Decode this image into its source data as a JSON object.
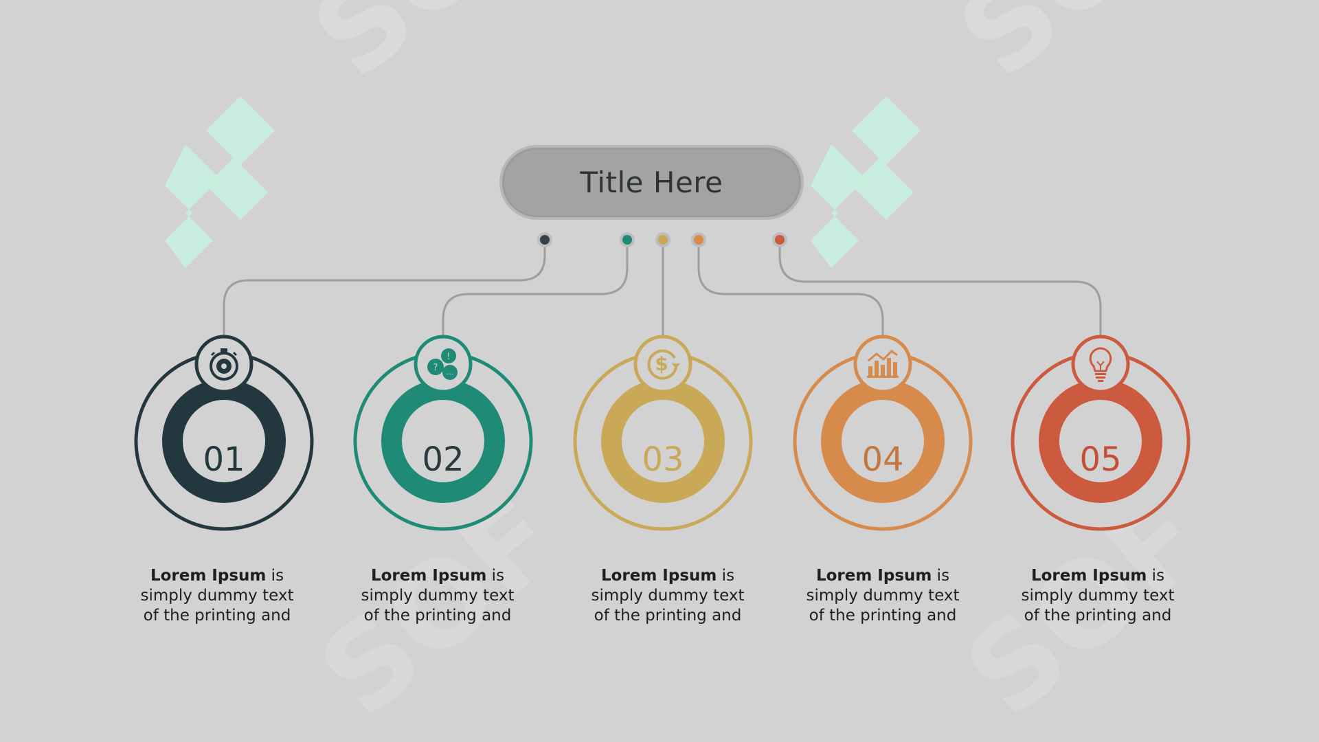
{
  "title": "Title Here",
  "watermark_text": "SOF",
  "steps": [
    {
      "number": "01",
      "icon": "stopwatch-gear-icon",
      "color": "#22383e",
      "caption_bold": "Lorem Ipsum",
      "caption_rest": " is simply dummy text of the printing and"
    },
    {
      "number": "02",
      "icon": "chat-bubbles-icon",
      "color": "#1f8a76",
      "caption_bold": "Lorem Ipsum",
      "caption_rest": " is simply dummy text of the printing and"
    },
    {
      "number": "03",
      "icon": "dollar-cycle-icon",
      "color": "#c9a958",
      "caption_bold": "Lorem Ipsum",
      "caption_rest": " is simply dummy text of the printing and"
    },
    {
      "number": "04",
      "icon": "bar-chart-icon",
      "color": "#d68a4c",
      "caption_bold": "Lorem Ipsum",
      "caption_rest": " is simply dummy text of the printing and"
    },
    {
      "number": "05",
      "icon": "lightbulb-icon",
      "color": "#cc5a3f",
      "caption_bold": "Lorem Ipsum",
      "caption_rest": " is simply dummy text of the printing and"
    }
  ]
}
